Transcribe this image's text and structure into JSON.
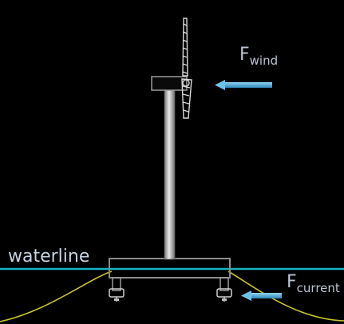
{
  "labels": {
    "waterline": "waterline",
    "f_wind_main": "F",
    "f_wind_sub": "wind",
    "f_current_main": "F",
    "f_current_sub": "current"
  },
  "colors": {
    "background": "#000000",
    "water": "#19b3c1",
    "mooring": "#c8c22a",
    "arrow": "#4aa9d6",
    "structure": "#9a9a9a",
    "text": "#b9c4d2"
  }
}
